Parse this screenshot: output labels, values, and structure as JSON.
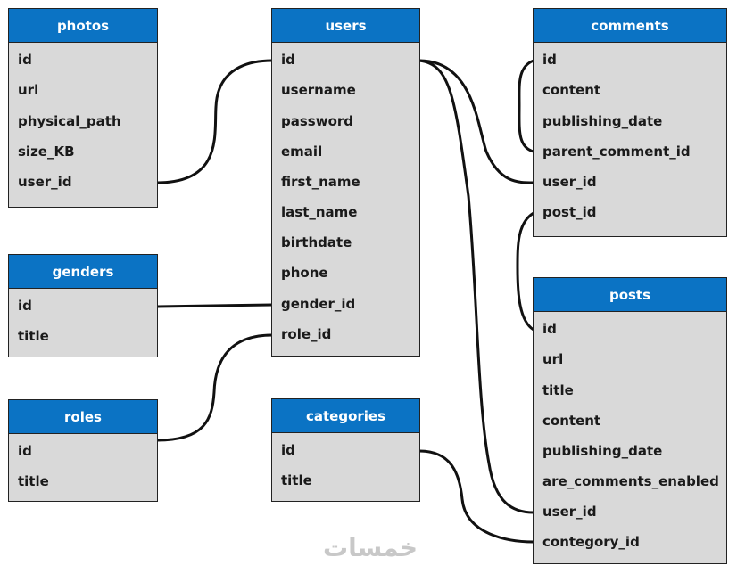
{
  "tables": [
    {
      "id": "photos",
      "title": "photos",
      "fields": [
        "id",
        "url",
        "physical_path",
        "size_KB",
        "user_id"
      ]
    },
    {
      "id": "users",
      "title": "users",
      "fields": [
        "id",
        "username",
        "password",
        "email",
        "first_name",
        "last_name",
        "birthdate",
        "phone",
        "gender_id",
        "role_id"
      ]
    },
    {
      "id": "comments",
      "title": "comments",
      "fields": [
        "id",
        "content",
        "publishing_date",
        "parent_comment_id",
        "user_id",
        "post_id"
      ]
    },
    {
      "id": "genders",
      "title": "genders",
      "fields": [
        "id",
        "title"
      ]
    },
    {
      "id": "roles",
      "title": "roles",
      "fields": [
        "id",
        "title"
      ]
    },
    {
      "id": "categories",
      "title": "categories",
      "fields": [
        "id",
        "title"
      ]
    },
    {
      "id": "posts",
      "title": "posts",
      "fields": [
        "id",
        "url",
        "title",
        "content",
        "publishing_date",
        "are_comments_enabled",
        "user_id",
        "contegory_id"
      ]
    }
  ],
  "watermark": "خمسات",
  "colors": {
    "header": "#0b73c4",
    "body": "#d9d9d9",
    "border": "#222222"
  }
}
